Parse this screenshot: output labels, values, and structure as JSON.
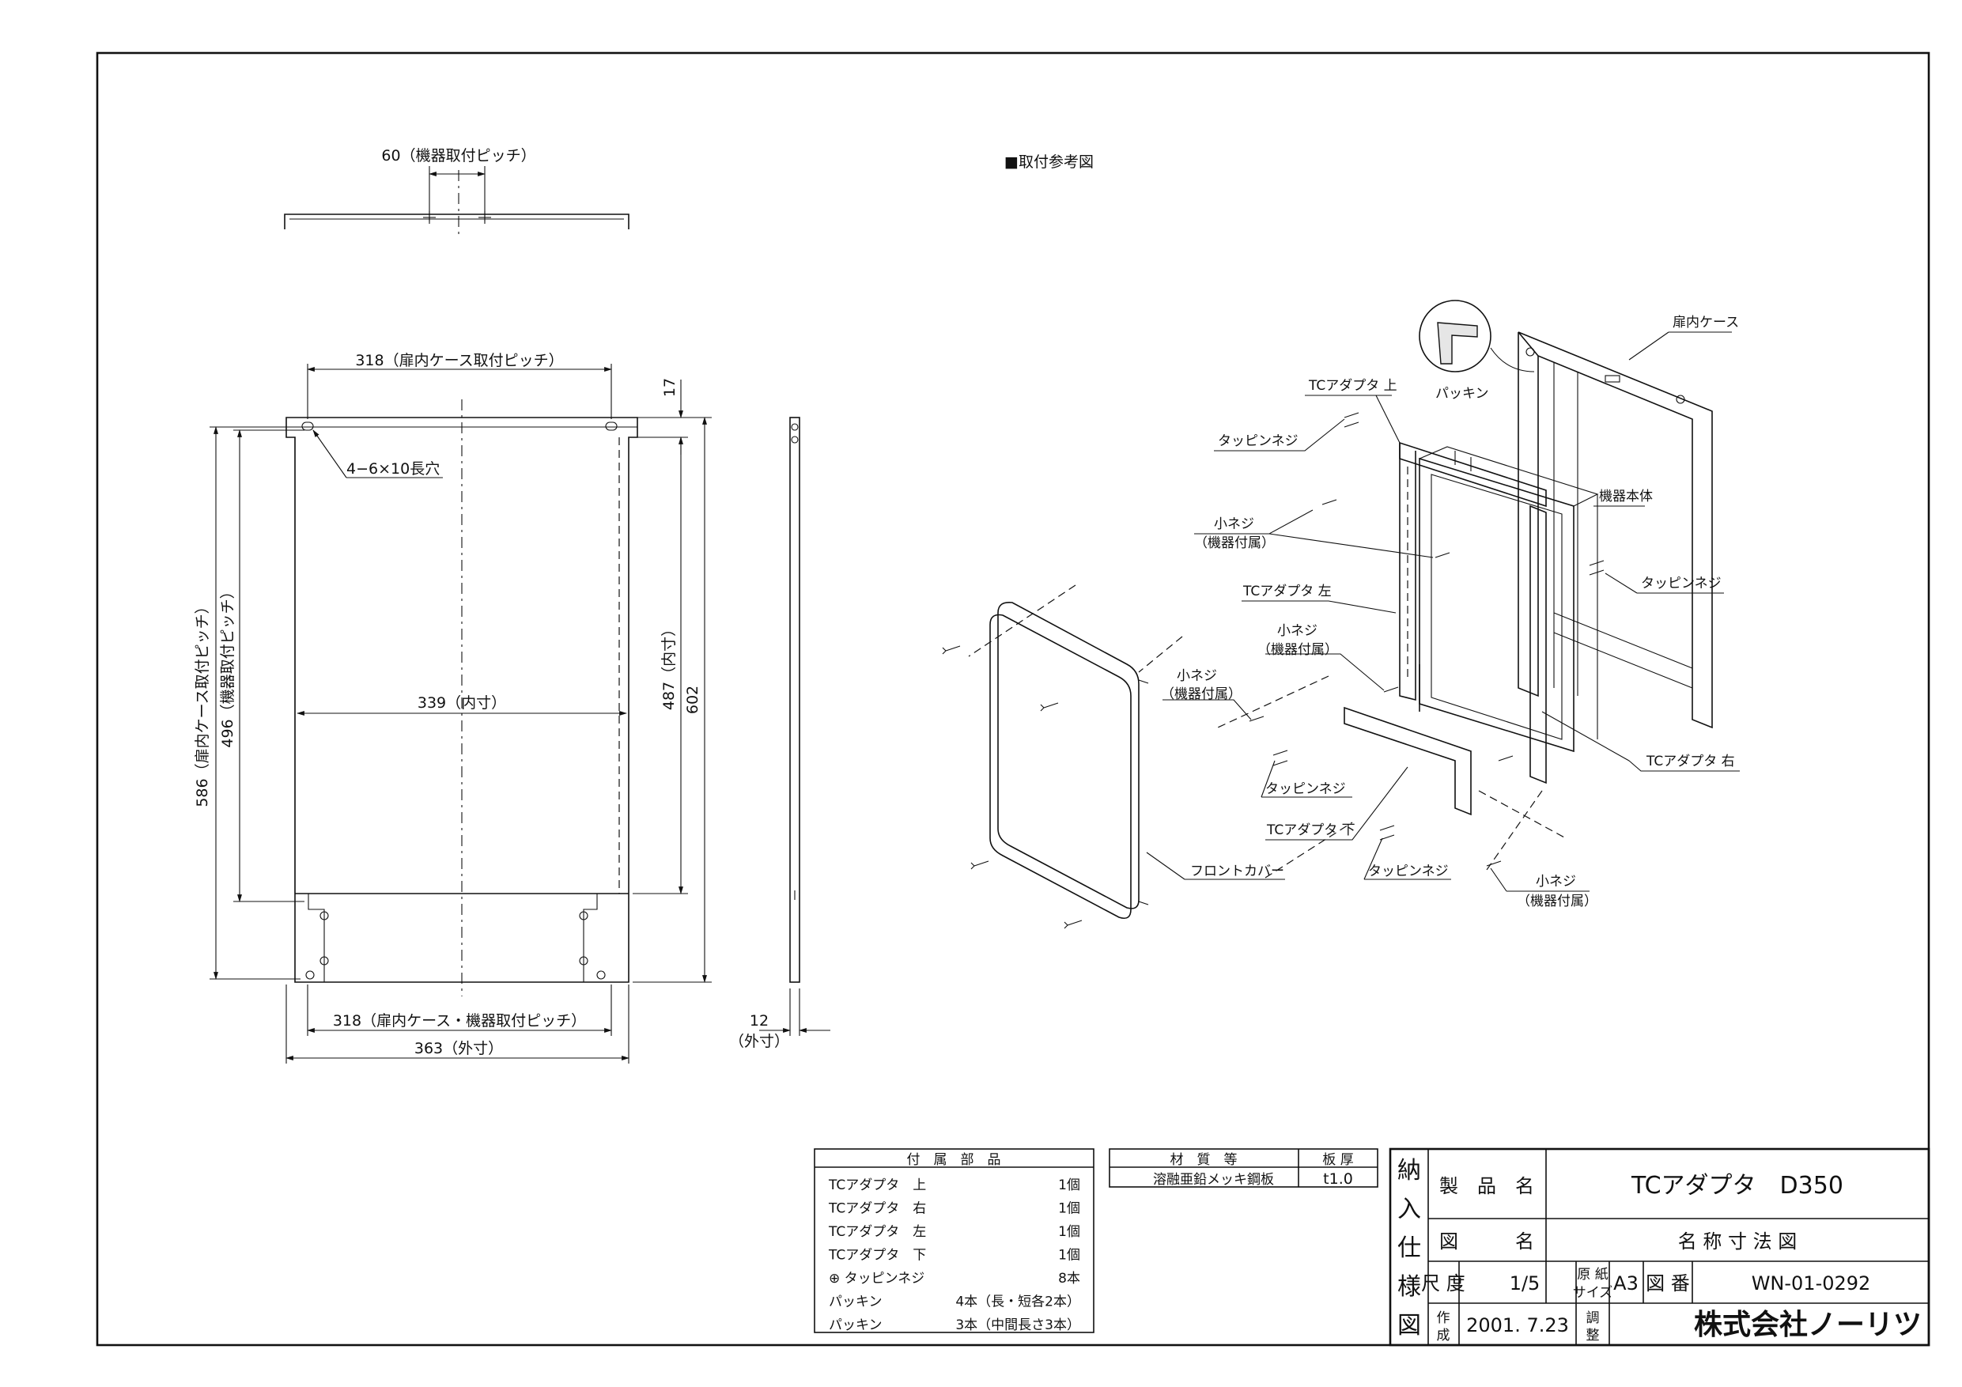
{
  "top_view": {
    "pitch_label": "60（機器取付ピッチ）"
  },
  "front_view": {
    "top_pitch_label": "318（扉内ケース取付ピッチ）",
    "hole_label": "4−6×10長穴",
    "inner_width_label": "339（内寸）",
    "left_outer_pitch_label": "586（扉内ケース取付ピッチ）",
    "left_inner_pitch_label": "496（機器取付ピッチ）",
    "right_inner_label": "487（内寸）",
    "right_total_label": "602",
    "top_offset_label": "17",
    "bottom_pitch_label": "318（扉内ケース・機器取付ピッチ）",
    "outer_width_label": "363（外寸）"
  },
  "side_view": {
    "thickness_label": "12",
    "thickness_note": "（外寸）"
  },
  "install": {
    "title": "■取付参考図",
    "labels": {
      "case": "扉内ケース",
      "packing": "パッキン",
      "adapter_top": "TCアダプタ 上",
      "tapping_1": "タッピンネジ",
      "body": "機器本体",
      "small_screw_1": "小ネジ",
      "small_screw_1_note": "（機器付属）",
      "tapping_2": "タッピンネジ",
      "adapter_left": "TCアダプタ 左",
      "small_screw_2": "小ネジ",
      "small_screw_2_note": "（機器付属）",
      "small_screw_3": "小ネジ",
      "small_screw_3_note": "（機器付属）",
      "tapping_3": "タッピンネジ",
      "adapter_bottom": "TCアダプタ 下",
      "adapter_right": "TCアダプタ 右",
      "tapping_4": "タッピンネジ",
      "front_cover": "フロントカバー",
      "small_screw_4": "小ネジ",
      "small_screw_4_note": "（機器付属）"
    }
  },
  "parts_table": {
    "header": "付　属　部　品",
    "rows": [
      {
        "name": "TCアダプタ　上",
        "qty": "1個"
      },
      {
        "name": "TCアダプタ　右",
        "qty": "1個"
      },
      {
        "name": "TCアダプタ　左",
        "qty": "1個"
      },
      {
        "name": "TCアダプタ　下",
        "qty": "1個"
      },
      {
        "name": "⊕ タッピンネジ",
        "qty": "8本"
      },
      {
        "name": "パッキン",
        "qty": "4本（長・短各2本）"
      },
      {
        "name": "パッキン",
        "qty": "3本（中間長さ3本）"
      }
    ]
  },
  "material_table": {
    "header_material": "材　質　等",
    "header_thickness": "板 厚",
    "material": "溶融亜鉛メッキ鋼板",
    "thickness": "t1.0"
  },
  "title_block": {
    "side_label": [
      "納",
      "入",
      "仕",
      "様",
      "図"
    ],
    "product_name_label": "製　品　名",
    "product_name": "TCアダプタ　D350",
    "drawing_name_label": "図　　　名",
    "drawing_name": "名 称 寸 法 図",
    "scale_label": "尺 度",
    "scale": "1/5",
    "paper_label_1": "原 紙",
    "paper_label_2": "サイズ",
    "paper": "A3",
    "drawing_no_label": "図 番",
    "drawing_no": "WN-01-0292",
    "created_label_1": "作",
    "created_label_2": "成",
    "created": "2001. 7.23",
    "adjust_label_1": "調",
    "adjust_label_2": "整",
    "company": "株式会社ノーリツ"
  }
}
